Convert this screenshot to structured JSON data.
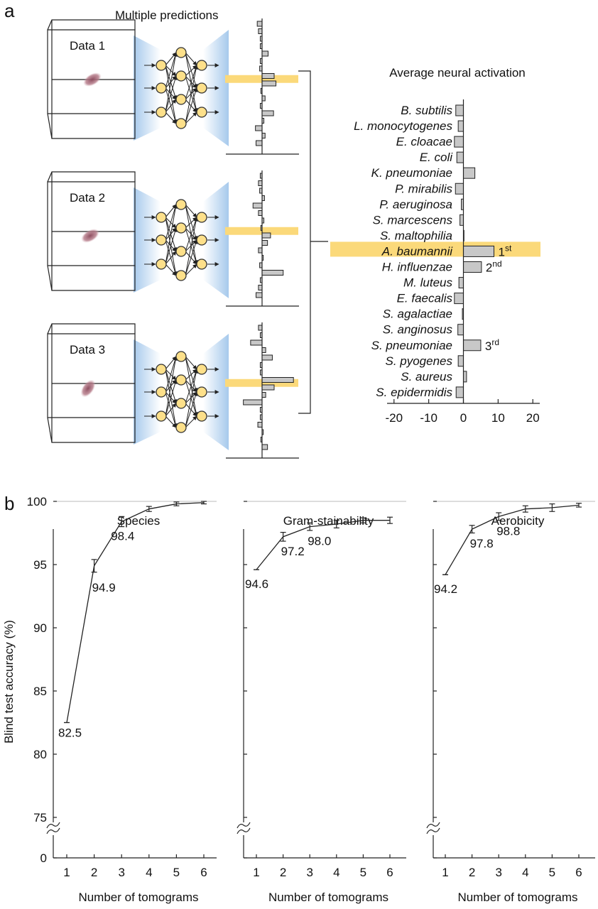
{
  "panel_a": {
    "letter": "a",
    "multiple_predictions_label": "Multiple predictions",
    "data_labels": [
      "Data 1",
      "Data 2",
      "Data 3"
    ],
    "highlight_color": "#fbd97a",
    "prediction_bars": [
      [
        -0.8,
        -0.6,
        -0.3,
        -0.3,
        1.0,
        -0.3,
        -0.4,
        2.0,
        2.3,
        -0.2,
        0.5,
        -0.3,
        1.9,
        0.3,
        -1.1,
        0.5,
        -1.0
      ],
      [
        -0.3,
        -0.6,
        -0.4,
        0.4,
        -1.5,
        -0.6,
        0.3,
        -0.2,
        1.4,
        0.9,
        -0.6,
        0.2,
        -0.4,
        3.5,
        -0.3,
        -0.6,
        -1.0
      ],
      [
        -0.6,
        -0.3,
        -1.9,
        0.6,
        1.7,
        -0.3,
        -0.3,
        5.2,
        2.0,
        0.6,
        -3.1,
        -0.3,
        -0.3,
        -0.7,
        0.2,
        -0.2,
        0.9
      ]
    ],
    "prediction_highlight_index": 7
  },
  "chart_data": [
    {
      "type": "bar",
      "orientation": "horizontal",
      "title": "Average neural activation",
      "categories": [
        "B. subtilis",
        "L. monocytogenes",
        "E. cloacae",
        "E. coli",
        "K. pneumoniae",
        "P. mirabilis",
        "P. aeruginosa",
        "S. marcescens",
        "S. maltophilia",
        "A. baumannii",
        "H. influenzae",
        "M. luteus",
        "E. faecalis",
        "S. agalactiae",
        "S. anginosus",
        "S. pneumoniae",
        "S. pyogenes",
        "S. aureus",
        "S. epidermidis"
      ],
      "values": [
        -2.2,
        -1.5,
        -2.6,
        -1.9,
        3.3,
        -2.3,
        -0.6,
        -1.0,
        0.0,
        8.8,
        5.2,
        -1.3,
        -2.6,
        -0.3,
        -1.6,
        5.0,
        -1.5,
        0.9,
        -2.1
      ],
      "xlim": [
        -22,
        22
      ],
      "xticks": [
        -20,
        -10,
        0,
        10,
        20
      ],
      "highlight_index": 9,
      "ranks": [
        {
          "index": 9,
          "num": "1",
          "sup": "st"
        },
        {
          "index": 10,
          "num": "2",
          "sup": "nd"
        },
        {
          "index": 15,
          "num": "3",
          "sup": "rd"
        }
      ]
    },
    {
      "type": "line",
      "title": "Species",
      "xlabel": "Number of tomograms",
      "ylabel": "Blind test accuracy (%)",
      "x": [
        1,
        2,
        3,
        4,
        5,
        6
      ],
      "y": [
        82.5,
        94.9,
        98.4,
        99.4,
        99.8,
        99.9
      ],
      "err": [
        0.0,
        0.5,
        0.4,
        0.2,
        0.15,
        0.1
      ],
      "labels": [
        {
          "index": 0,
          "text": "82.5"
        },
        {
          "index": 1,
          "text": "94.9"
        },
        {
          "index": 2,
          "text": "98.4"
        }
      ],
      "ylim": [
        75,
        100
      ],
      "yticks": [
        0,
        75,
        80,
        85,
        90,
        95,
        100
      ],
      "reference_line": 100
    },
    {
      "type": "line",
      "title": "Gram-stainability",
      "xlabel": "Number of tomograms",
      "x": [
        1,
        2,
        3,
        4,
        5,
        6
      ],
      "y": [
        94.6,
        97.2,
        98.0,
        98.2,
        98.5,
        98.5
      ],
      "err": [
        0.0,
        0.35,
        0.3,
        0.3,
        0.2,
        0.25
      ],
      "labels": [
        {
          "index": 0,
          "text": "94.6"
        },
        {
          "index": 1,
          "text": "97.2"
        },
        {
          "index": 2,
          "text": "98.0"
        }
      ],
      "ylim": [
        75,
        100
      ],
      "reference_line": 100
    },
    {
      "type": "line",
      "title": "Aerobicity",
      "xlabel": "Number of tomograms",
      "x": [
        1,
        2,
        3,
        4,
        5,
        6
      ],
      "y": [
        94.2,
        97.8,
        98.8,
        99.4,
        99.5,
        99.7
      ],
      "err": [
        0.0,
        0.3,
        0.3,
        0.25,
        0.3,
        0.15
      ],
      "labels": [
        {
          "index": 0,
          "text": "94.2"
        },
        {
          "index": 1,
          "text": "97.8"
        },
        {
          "index": 2,
          "text": "98.8"
        }
      ],
      "ylim": [
        75,
        100
      ],
      "reference_line": 100
    }
  ],
  "panel_b": {
    "letter": "b"
  }
}
